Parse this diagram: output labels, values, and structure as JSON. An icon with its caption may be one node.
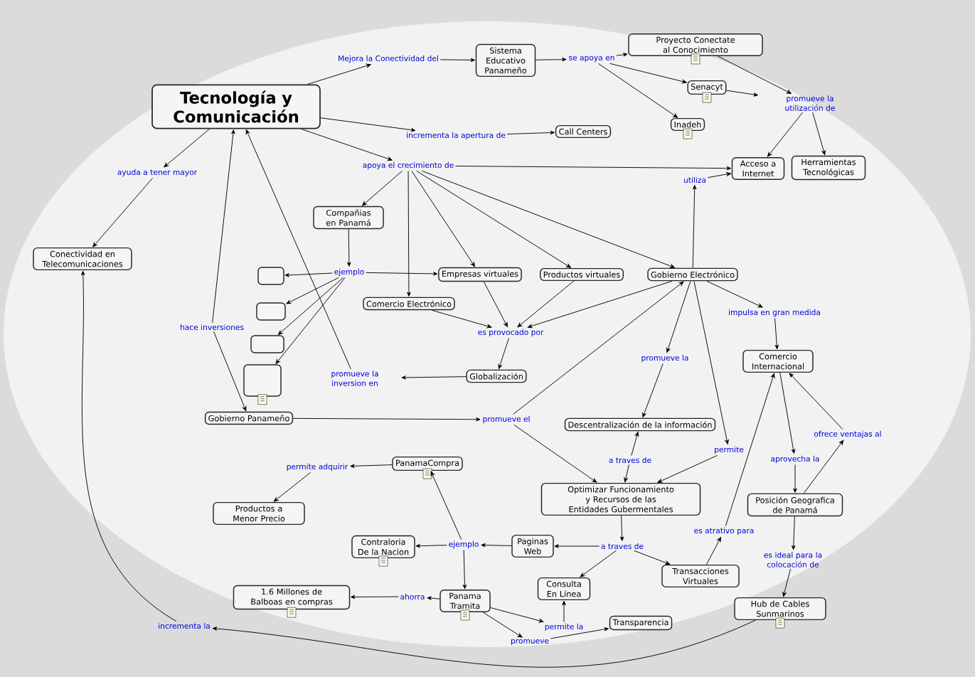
{
  "diagram": {
    "nodes": [
      {
        "text": [
          "Tecnología y Comunicación"
        ]
      },
      {
        "text": [
          "Mejora la Conectividad del"
        ]
      },
      {
        "text": [
          "Sistema Educativo Panameño"
        ]
      },
      {
        "text": [
          "se apoya en"
        ]
      },
      {
        "text": [
          "Proyecto Conectate al Conocimiento"
        ]
      },
      {
        "text": [
          "Senacyt"
        ]
      },
      {
        "text": [
          "Inadeh"
        ]
      },
      {
        "text": [
          "promueve la utilización de"
        ]
      },
      {
        "text": [
          "Acceso a Internet"
        ]
      },
      {
        "text": [
          "Herramientas Tecnológicas"
        ]
      },
      {
        "text": [
          "incrementa la apertura de"
        ]
      },
      {
        "text": [
          "Call Centers"
        ]
      },
      {
        "text": [
          "apoya el crecimiento de"
        ]
      },
      {
        "text": [
          "ayuda a tener mayor"
        ]
      },
      {
        "text": [
          "Conectividad en Telecomunicaciones"
        ]
      },
      {
        "text": [
          "Compañias en Panamá"
        ]
      },
      {
        "text": [
          "ejemplo"
        ]
      },
      {
        "text": [],
        "shape": "box"
      },
      {
        "text": [],
        "shape": "box"
      },
      {
        "text": [],
        "shape": "box"
      },
      {
        "text": [],
        "shape": "box"
      },
      {
        "text": [
          "Empresas virtuales"
        ]
      },
      {
        "text": [
          "Productos virtuales"
        ]
      },
      {
        "text": [
          "Gobierno Electrónico"
        ]
      },
      {
        "text": [
          "utiliza"
        ]
      },
      {
        "text": [
          "Comercio Electrónico"
        ]
      },
      {
        "text": [
          "es provocado por"
        ]
      },
      {
        "text": [
          "Globalización"
        ]
      },
      {
        "text": [
          "promueve la inversion en"
        ]
      },
      {
        "text": [
          "hace inversiones"
        ]
      },
      {
        "text": [
          "Gobierno Panameño"
        ]
      },
      {
        "text": [
          "promueve el"
        ]
      },
      {
        "text": [
          "impulsa en gran medida"
        ]
      },
      {
        "text": [
          "Comercio Internacional"
        ]
      },
      {
        "text": [
          "promueve la"
        ]
      },
      {
        "text": [
          "Descentralización de la información"
        ]
      },
      {
        "text": [
          "permite"
        ]
      },
      {
        "text": [
          "a traves de"
        ]
      },
      {
        "text": [
          "Optimizar Funcionamiento y Recursos de las Entidades Gubermentales"
        ]
      },
      {
        "text": [
          "ofrece ventajas al"
        ]
      },
      {
        "text": [
          "aprovecha la"
        ]
      },
      {
        "text": [
          "Posición Geografica de Panamá"
        ]
      },
      {
        "text": [
          "PanamaCompra"
        ]
      },
      {
        "text": [
          "permite adquirir"
        ]
      },
      {
        "text": [
          "Productos a Menor Precio"
        ]
      },
      {
        "text": [
          "ejemplo"
        ]
      },
      {
        "text": [
          "Contraloria De la Nacion"
        ]
      },
      {
        "text": [
          "Paginas Web"
        ]
      },
      {
        "text": [
          "a traves de"
        ]
      },
      {
        "text": [
          "es atrativo para"
        ]
      },
      {
        "text": [
          "es ideal para la colocación de"
        ]
      },
      {
        "text": [
          "Consulta En Línea"
        ]
      },
      {
        "text": [
          "Transacciones Virtuales"
        ]
      },
      {
        "text": [
          "Hub de Cables Sunmarinos"
        ]
      },
      {
        "text": [
          "ahorra"
        ]
      },
      {
        "text": [
          "1.6 Millones de Balboas en compras"
        ]
      },
      {
        "text": [
          "Panama Tramita"
        ]
      },
      {
        "text": [
          "permite la"
        ]
      },
      {
        "text": [
          "Transparencia"
        ]
      },
      {
        "text": [
          "promueve"
        ]
      },
      {
        "text": [
          "incrementa la"
        ]
      }
    ],
    "edges": [
      {
        "from": 0,
        "to": 1,
        "arrow": "to"
      },
      {
        "from": 1,
        "to": 2,
        "arrow": "to"
      },
      {
        "from": 2,
        "to": 3,
        "arrow": "to"
      },
      {
        "from": 3,
        "to": 4,
        "arrow": "to"
      },
      {
        "from": 3,
        "to": 5,
        "arrow": "to"
      },
      {
        "from": 3,
        "to": 6,
        "arrow": "to"
      },
      {
        "from": 4,
        "to": 7,
        "arrow": "to"
      },
      {
        "from": 5,
        "to": 7,
        "arrow": "to"
      },
      {
        "from": 7,
        "to": 8,
        "arrow": "to"
      },
      {
        "from": 7,
        "to": 9,
        "arrow": "to"
      },
      {
        "from": 0,
        "to": 10,
        "arrow": "to"
      },
      {
        "from": 10,
        "to": 11,
        "arrow": "to"
      },
      {
        "from": 0,
        "to": 12,
        "arrow": "to"
      },
      {
        "from": 0,
        "to": 13,
        "arrow": "to"
      },
      {
        "from": 13,
        "to": 14,
        "arrow": "to"
      },
      {
        "from": 12,
        "to": 15,
        "arrow": "to"
      },
      {
        "from": 12,
        "to": 21,
        "arrow": "to"
      },
      {
        "from": 12,
        "to": 22,
        "arrow": "to"
      },
      {
        "from": 12,
        "to": 23,
        "arrow": "to"
      },
      {
        "from": 12,
        "to": 8,
        "arrow": "to"
      },
      {
        "from": 12,
        "to": 25,
        "arrow": "to"
      },
      {
        "from": 15,
        "to": 16,
        "arrow": "to"
      },
      {
        "from": 16,
        "to": 17,
        "arrow": "to"
      },
      {
        "from": 16,
        "to": 18,
        "arrow": "to"
      },
      {
        "from": 16,
        "to": 19,
        "arrow": "to"
      },
      {
        "from": 16,
        "to": 20,
        "arrow": "to"
      },
      {
        "from": 16,
        "to": 21,
        "arrow": "to"
      },
      {
        "from": 23,
        "to": 24,
        "arrow": "to"
      },
      {
        "from": 24,
        "to": 8,
        "arrow": "to"
      },
      {
        "from": 21,
        "to": 26,
        "arrow": "to"
      },
      {
        "from": 22,
        "to": 26,
        "arrow": "to"
      },
      {
        "from": 23,
        "to": 26,
        "arrow": "to"
      },
      {
        "from": 25,
        "to": 26,
        "arrow": "to"
      },
      {
        "from": 26,
        "to": 27,
        "arrow": "to"
      },
      {
        "from": 27,
        "to": 28,
        "arrow": "to"
      },
      {
        "from": 28,
        "to": 0,
        "arrow": "to"
      },
      {
        "from": 29,
        "to": 0,
        "arrow": "to"
      },
      {
        "from": 29,
        "to": 30,
        "arrow": "to"
      },
      {
        "from": 30,
        "to": 31,
        "arrow": "to"
      },
      {
        "from": 31,
        "to": 23,
        "arrow": "to"
      },
      {
        "from": 31,
        "to": 38,
        "arrow": "to"
      },
      {
        "from": 23,
        "to": 32,
        "arrow": "to"
      },
      {
        "from": 32,
        "to": 33,
        "arrow": "to"
      },
      {
        "from": 23,
        "to": 34,
        "arrow": "to"
      },
      {
        "from": 34,
        "to": 35,
        "arrow": "to"
      },
      {
        "from": 23,
        "to": 36,
        "arrow": "to"
      },
      {
        "from": 36,
        "to": 38,
        "arrow": "to"
      },
      {
        "from": 37,
        "to": 35,
        "arrow": "to"
      },
      {
        "from": 37,
        "to": 38,
        "arrow": "to"
      },
      {
        "from": 33,
        "to": 40,
        "arrow": "to"
      },
      {
        "from": 40,
        "to": 41,
        "arrow": "to"
      },
      {
        "from": 41,
        "to": 39,
        "arrow": "to"
      },
      {
        "from": 39,
        "to": 33,
        "arrow": "to"
      },
      {
        "from": 41,
        "to": 50,
        "arrow": "to"
      },
      {
        "from": 50,
        "to": 53,
        "arrow": "to"
      },
      {
        "from": 38,
        "to": 48,
        "arrow": "to"
      },
      {
        "from": 48,
        "to": 47,
        "arrow": "to"
      },
      {
        "from": 48,
        "to": 51,
        "arrow": "to"
      },
      {
        "from": 48,
        "to": 52,
        "arrow": "to"
      },
      {
        "from": 52,
        "to": 49,
        "arrow": "to"
      },
      {
        "from": 49,
        "to": 33,
        "arrow": "to"
      },
      {
        "from": 47,
        "to": 45,
        "arrow": "to"
      },
      {
        "from": 45,
        "to": 46,
        "arrow": "to"
      },
      {
        "from": 45,
        "to": 42,
        "arrow": "to"
      },
      {
        "from": 45,
        "to": 56,
        "arrow": "to"
      },
      {
        "from": 42,
        "to": 43,
        "arrow": "to"
      },
      {
        "from": 43,
        "to": 44,
        "arrow": "to"
      },
      {
        "from": 56,
        "to": 54,
        "arrow": "to"
      },
      {
        "from": 54,
        "to": 55,
        "arrow": "to"
      },
      {
        "from": 56,
        "to": 57,
        "arrow": "to"
      },
      {
        "from": 57,
        "to": 51,
        "arrow": "to"
      },
      {
        "from": 56,
        "to": 59,
        "arrow": "to"
      },
      {
        "from": 59,
        "to": 58,
        "arrow": "to"
      },
      {
        "from": 53,
        "to": 60,
        "arrow": "to"
      },
      {
        "from": 60,
        "to": 14,
        "arrow": "to"
      }
    ]
  }
}
